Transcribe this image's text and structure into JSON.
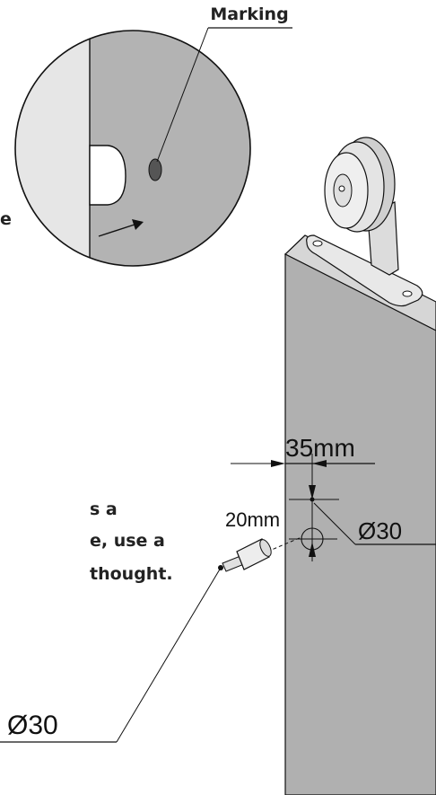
{
  "labels": {
    "marking": "Marking",
    "fragment_e": "e",
    "note_line1": "s a",
    "note_line2": "e, use a",
    "note_line3": "thought.",
    "dim_35": "35mm",
    "dim_20": "20mm",
    "dia_right": "Ø30",
    "dia_left": "Ø30"
  },
  "colors": {
    "panel_front": "#b0b0b0",
    "panel_side": "#c9c9c9",
    "panel_top": "#d6d6d6",
    "zoom_light": "#e6e6e6",
    "zoom_dark": "#b3b3b3",
    "line": "#111111"
  }
}
